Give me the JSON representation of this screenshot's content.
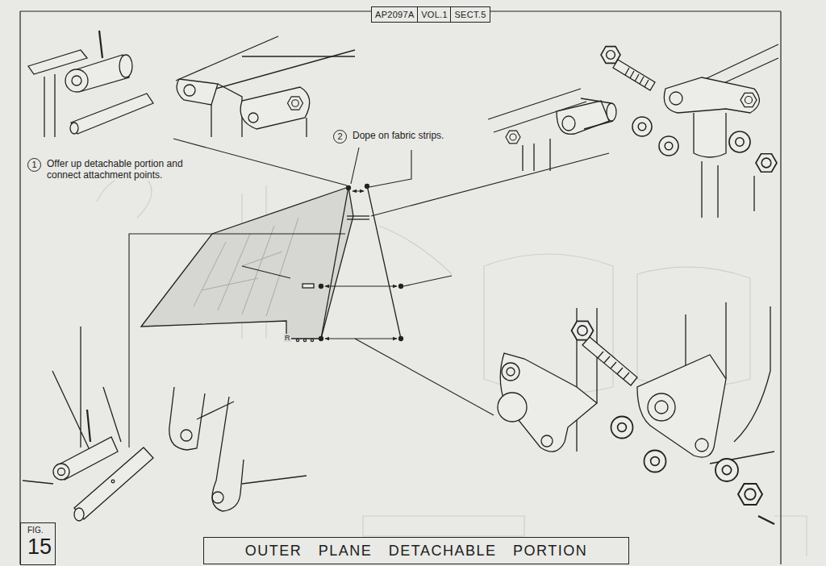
{
  "diagram": {
    "title": "OUTER PLANE DETACHABLE PORTION",
    "nodes": [
      {
        "text": [
          "AP2097A"
        ]
      },
      {
        "text": [
          "VOL.1"
        ]
      },
      {
        "text": [
          "SECT.5"
        ]
      },
      {
        "text": [
          "1",
          "Offer up detachable portion and connect attachment points."
        ]
      },
      {
        "text": [
          "2",
          "Dope on fabric strips."
        ]
      },
      {
        "text": [
          "FIG.",
          "15"
        ]
      }
    ],
    "labels": [
      "R"
    ]
  }
}
